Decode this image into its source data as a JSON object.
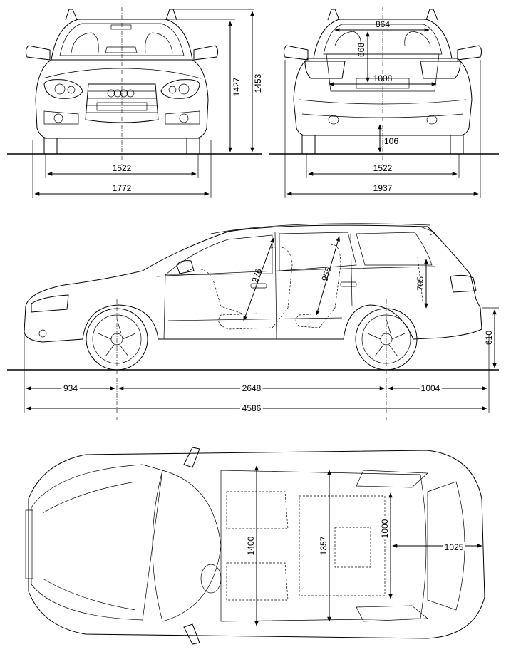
{
  "front_view": {
    "track_width": "1522",
    "overall_width": "1772",
    "height_roof": "1427",
    "height_rails": "1453"
  },
  "rear_view": {
    "tailgate_width": "864",
    "tailgate_height": "668",
    "load_width": "1008",
    "ground_clearance": "106",
    "track_width": "1522",
    "width_with_mirrors": "1937"
  },
  "side_view": {
    "front_headroom": "976",
    "rear_headroom": "956",
    "load_height": "705",
    "sill_height": "610",
    "front_overhang": "934",
    "wheelbase": "2648",
    "rear_overhang": "1004",
    "overall_length": "4586"
  },
  "top_view": {
    "front_shoulder_width": "1400",
    "rear_shoulder_width": "1357",
    "cargo_width": "1000",
    "cargo_length": "1025"
  }
}
